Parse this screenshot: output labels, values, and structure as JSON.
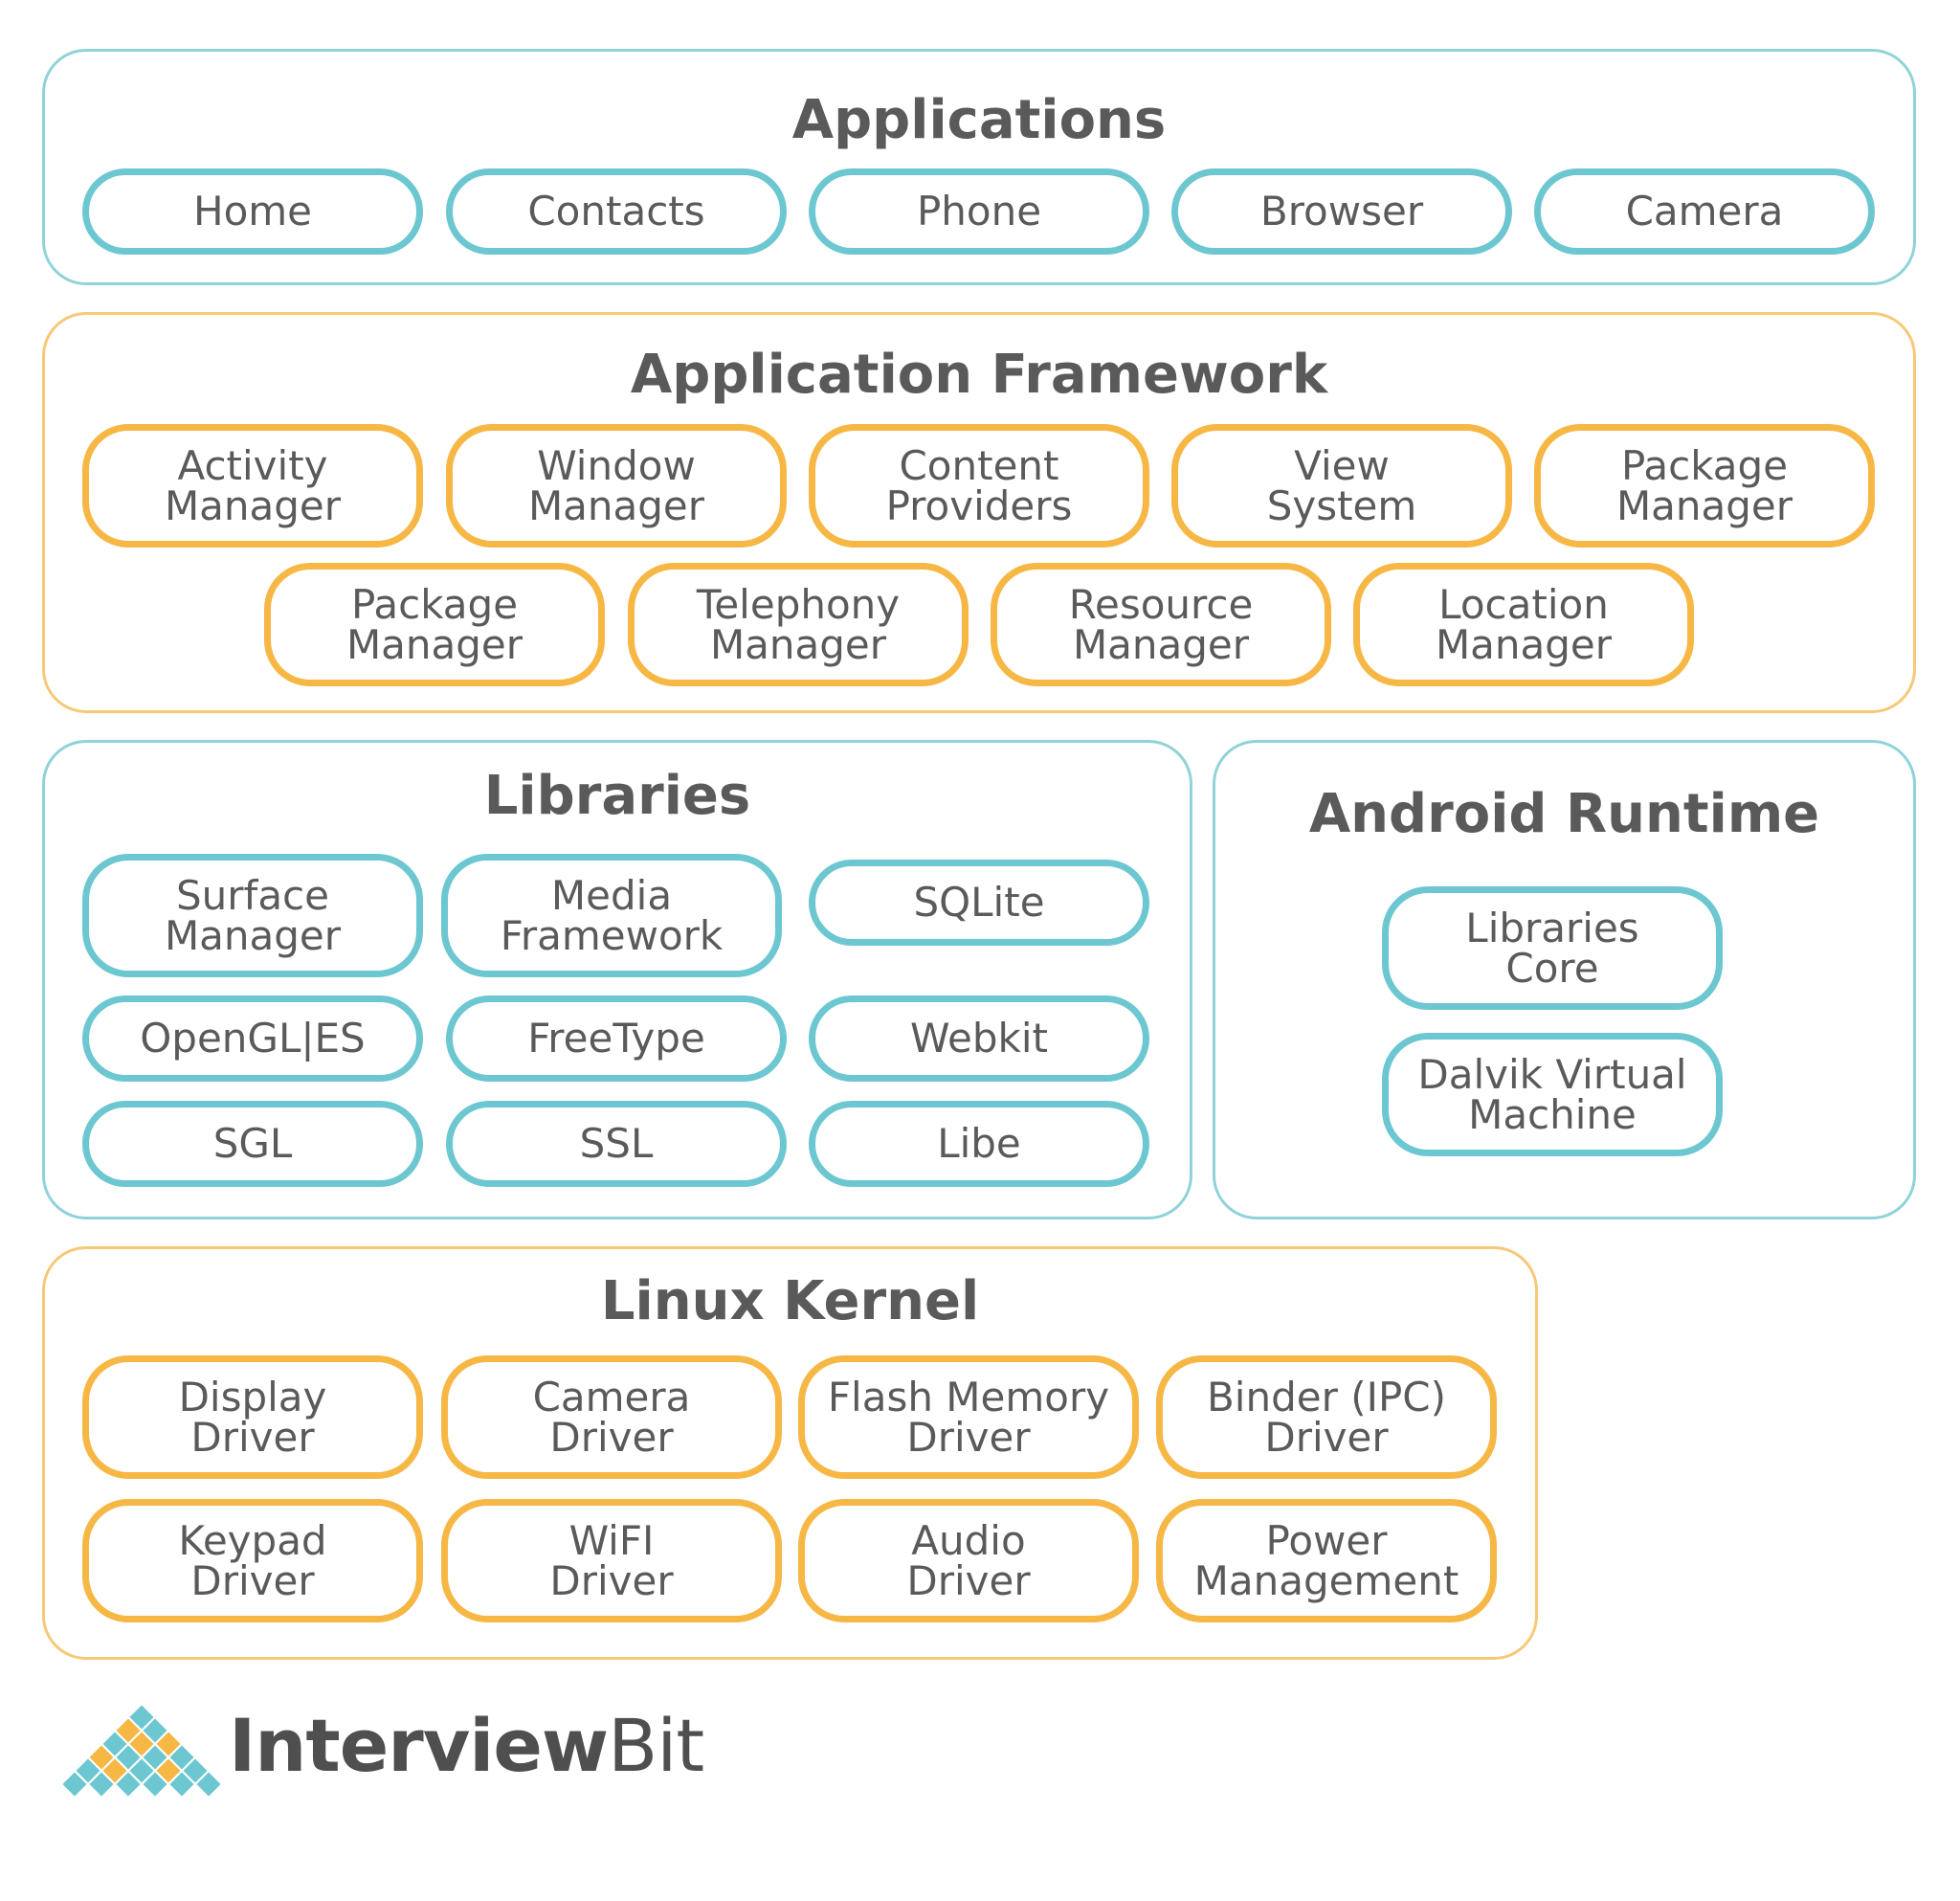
{
  "applications": {
    "title": "Applications",
    "items": [
      "Home",
      "Contacts",
      "Phone",
      "Browser",
      "Camera"
    ]
  },
  "framework": {
    "title": "Application Framework",
    "items": [
      "Activity\nManager",
      "Window\nManager",
      "Content\nProviders",
      "View\nSystem",
      "Package\nManager",
      "Package\nManager",
      "Telephony\nManager",
      "Resource\nManager",
      "Location\nManager"
    ]
  },
  "libraries": {
    "title": "Libraries",
    "items": [
      "Surface\nManager",
      "Media\nFramework",
      "SQLite",
      "OpenGL|ES",
      "FreeType",
      "Webkit",
      "SGL",
      "SSL",
      "Libe"
    ]
  },
  "runtime": {
    "title": "Android Runtime",
    "items": [
      "Libraries\nCore",
      "Dalvik Virtual\nMachine"
    ]
  },
  "kernel": {
    "title": "Linux Kernel",
    "items": [
      "Display\nDriver",
      "Camera\nDriver",
      "Flash Memory\nDriver",
      "Binder (IPC)\nDriver",
      "Keypad\nDriver",
      "WiFI\nDriver",
      "Audio\nDriver",
      "Power\nManagement"
    ]
  },
  "logo": {
    "part1": "Interview",
    "part2": "Bit"
  },
  "colors": {
    "teal": "#6cc7d1",
    "orange": "#f6b745",
    "text": "#5a5a5a"
  }
}
